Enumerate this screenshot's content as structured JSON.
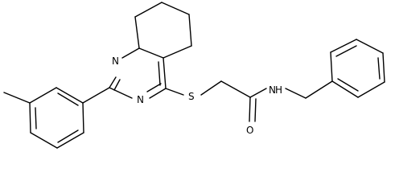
{
  "atoms": {
    "n1": "N",
    "n2": "N",
    "s": "S",
    "o": "O",
    "nh": "N",
    "h": "H"
  }
}
